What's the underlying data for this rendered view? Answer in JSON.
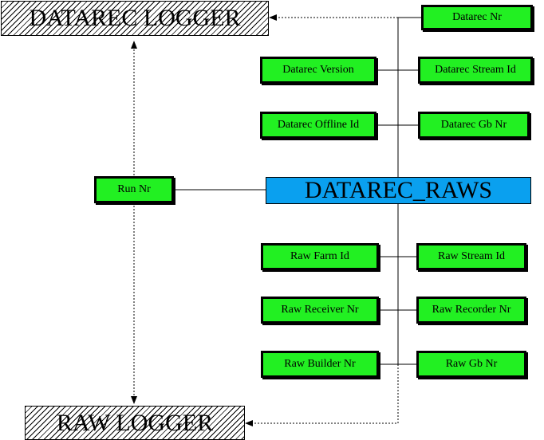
{
  "loggers": {
    "datarec_logger": "DATAREC LOGGER",
    "raw_logger": "RAW LOGGER"
  },
  "main_table": "DATAREC_RAWS",
  "fields": {
    "datarec_nr": "Datarec Nr",
    "datarec_version": "Datarec Version",
    "datarec_stream_id": "Datarec Stream Id",
    "datarec_offline_id": "Datarec Offline Id",
    "datarec_gb_nr": "Datarec Gb Nr",
    "run_nr": "Run Nr",
    "raw_farm_id": "Raw Farm Id",
    "raw_stream_id": "Raw Stream Id",
    "raw_receiver_nr": "Raw Receiver Nr",
    "raw_recorder_nr": "Raw Recorder Nr",
    "raw_builder_nr": "Raw Builder Nr",
    "raw_gb_nr": "Raw Gb Nr"
  },
  "colors": {
    "field_fill": "#22f022",
    "main_fill": "#0aa0ef",
    "line": "#000000"
  }
}
